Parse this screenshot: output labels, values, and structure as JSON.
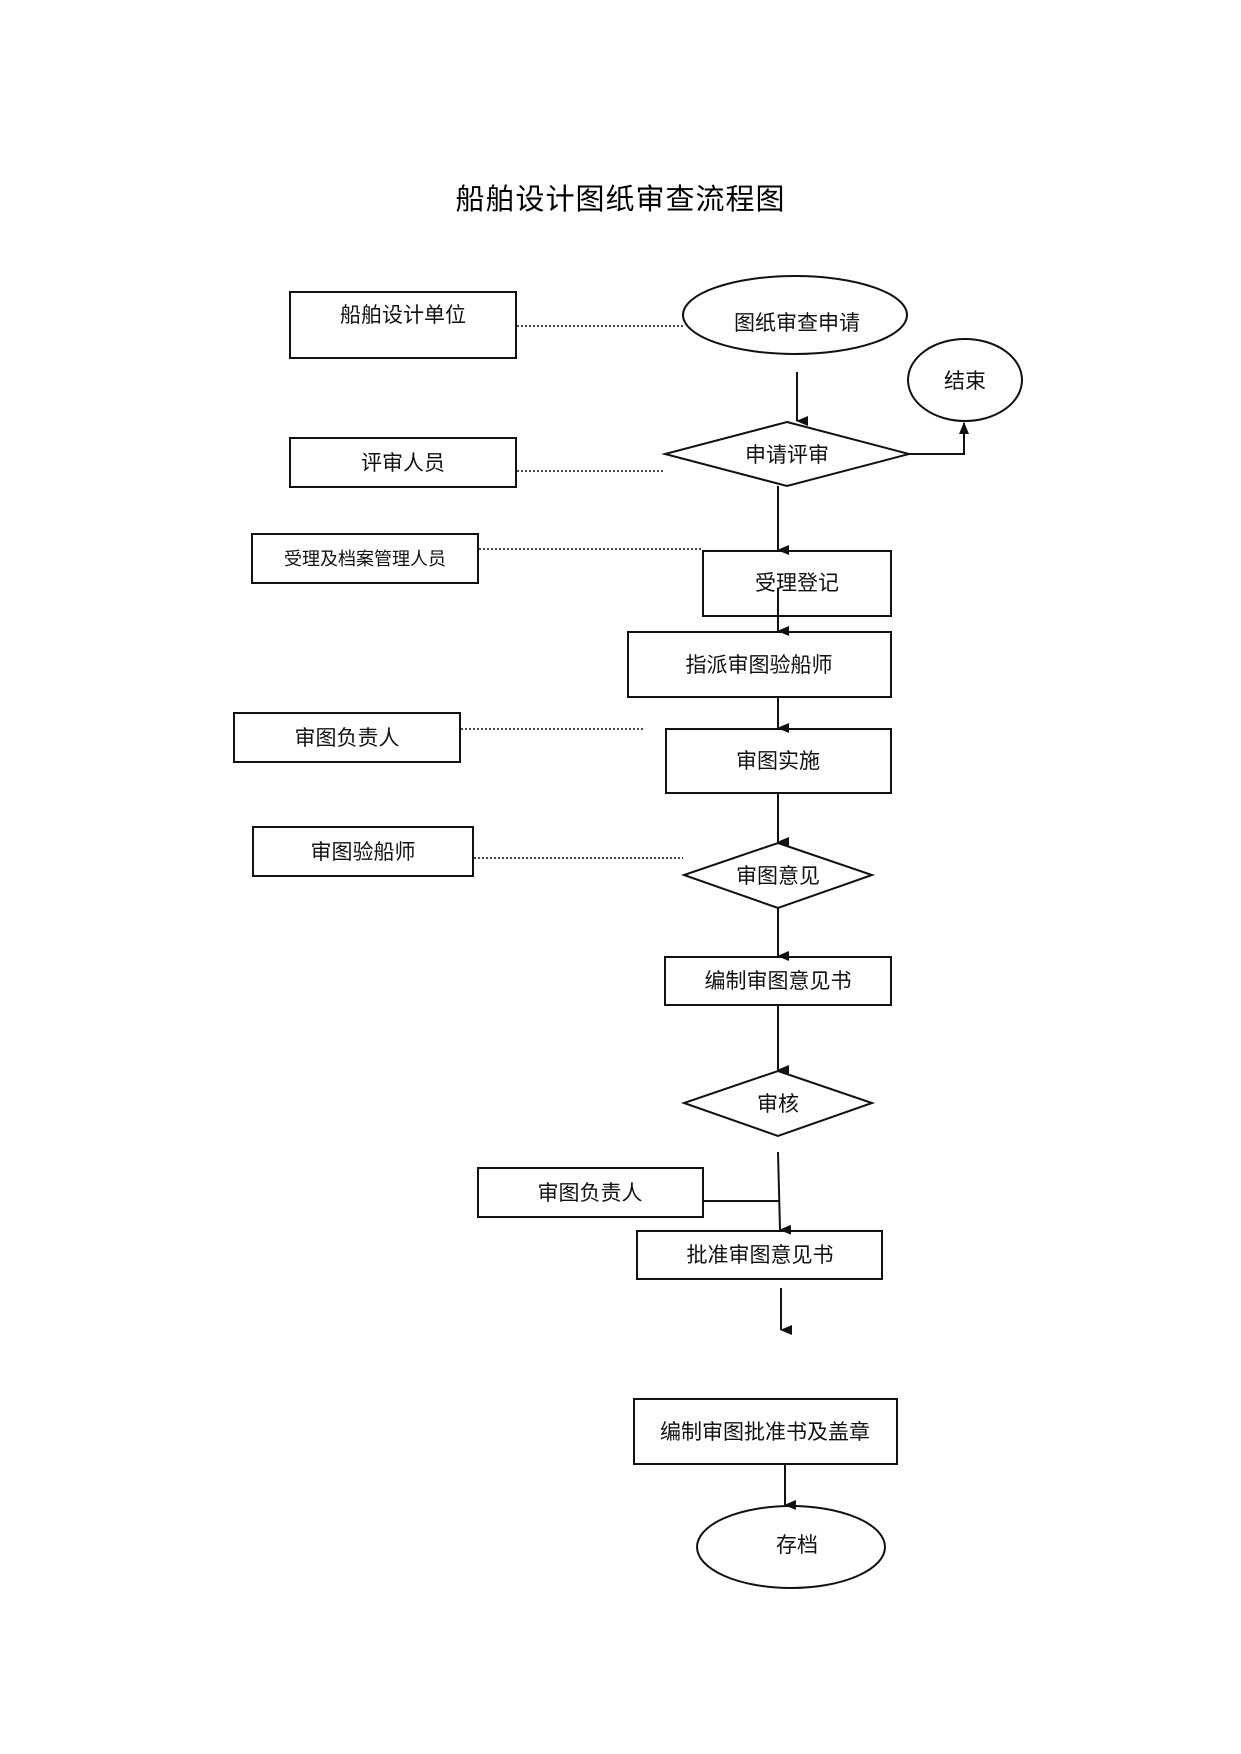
{
  "title": "船舶设计图纸审查流程图",
  "colors": {
    "stroke": "#111111",
    "background": "#ffffff"
  },
  "nodes": {
    "apply": {
      "shape": "ellipse",
      "label": "图纸审查申请"
    },
    "end": {
      "shape": "circle",
      "label": "结束"
    },
    "review_apply": {
      "shape": "diamond",
      "label": "申请评审"
    },
    "register": {
      "shape": "rect",
      "label": "受理登记"
    },
    "assign": {
      "shape": "rect",
      "label": "指派审图验船师"
    },
    "implement": {
      "shape": "rect",
      "label": "审图实施"
    },
    "opinion": {
      "shape": "diamond",
      "label": "审图意见"
    },
    "compile_op": {
      "shape": "rect",
      "label": "编制审图意见书"
    },
    "audit": {
      "shape": "diamond",
      "label": "审核"
    },
    "approve_op": {
      "shape": "rect",
      "label": "批准审图意见书"
    },
    "compile_appr": {
      "shape": "rect",
      "label": "编制审图批准书及盖章"
    },
    "archive": {
      "shape": "ellipse",
      "label": "存档"
    }
  },
  "roles": {
    "designer": {
      "label": "船舶设计单位",
      "connects_to": "apply",
      "line": "dotted"
    },
    "reviewer": {
      "label": "评审人员",
      "connects_to": "review_apply",
      "line": "dotted"
    },
    "archive_staff": {
      "label": "受理及档案管理人员",
      "connects_to": "register",
      "line": "dotted"
    },
    "lead_1": {
      "label": "审图负责人",
      "connects_to": "implement",
      "line": "dotted"
    },
    "surveyor": {
      "label": "审图验船师",
      "connects_to": "opinion",
      "line": "dotted"
    },
    "lead_2": {
      "label": "审图负责人",
      "connects_to": "approve_op",
      "line": "solid"
    }
  },
  "edges": [
    {
      "from": "apply",
      "to": "review_apply"
    },
    {
      "from": "review_apply",
      "to": "end"
    },
    {
      "from": "review_apply",
      "to": "register"
    },
    {
      "from": "register",
      "to": "assign"
    },
    {
      "from": "assign",
      "to": "implement"
    },
    {
      "from": "implement",
      "to": "opinion"
    },
    {
      "from": "opinion",
      "to": "compile_op"
    },
    {
      "from": "compile_op",
      "to": "audit"
    },
    {
      "from": "audit",
      "to": "approve_op"
    },
    {
      "from": "approve_op",
      "to": "compile_appr"
    },
    {
      "from": "compile_appr",
      "to": "archive"
    }
  ]
}
